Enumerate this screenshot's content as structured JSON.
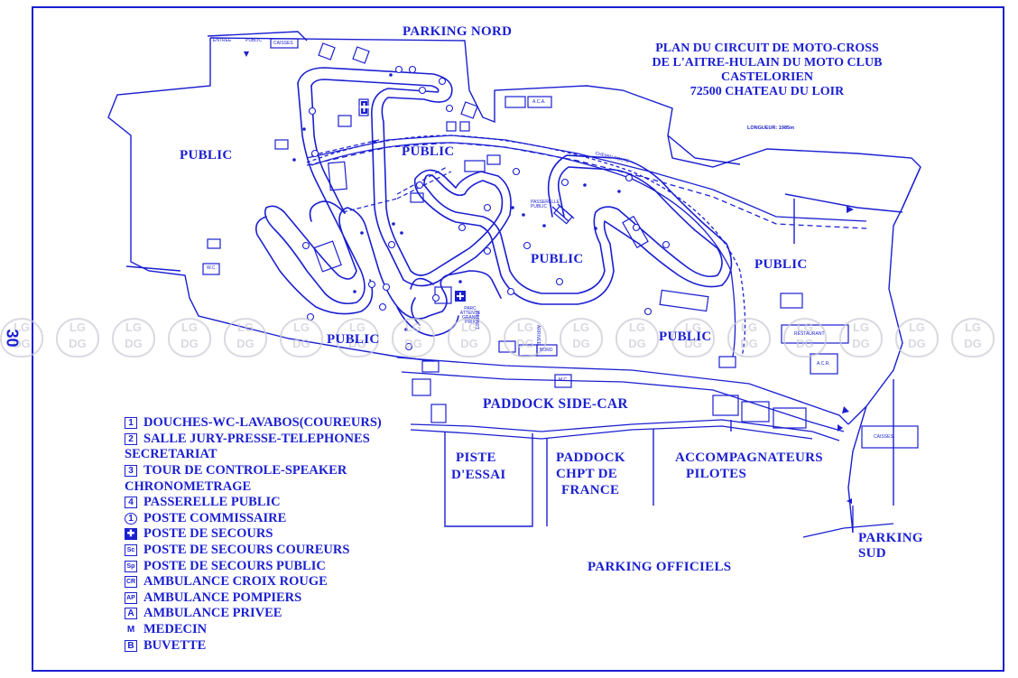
{
  "page_number": "30",
  "watermark_text": "LG DG",
  "title": {
    "line1": "PLAN DU CIRCUIT DE MOTO-CROSS",
    "line2": "DE L'AITRE-HULAIN DU MOTO CLUB",
    "line3": "CASTELORIEN",
    "line4": "72500   CHATEAU DU LOIR",
    "length": "LONGUEUR: 1985m"
  },
  "areas": {
    "parking_nord": "PARKING NORD",
    "public_1": "PUBLIC",
    "public_2": "PUBLIC",
    "public_3": "PUBLIC",
    "public_4": "PUBLIC",
    "public_5": "PUBLIC",
    "public_6": "PUBLIC",
    "paddock_side_car": "PADDOCK SIDE-CAR",
    "piste_essai_1": "PISTE",
    "piste_essai_2": "D'ESSAI",
    "paddock_chpt_1": "PADDOCK",
    "paddock_chpt_2": "CHPT DE",
    "paddock_chpt_3": "FRANCE",
    "accompagnateurs_1": "ACCOMPAGNATEURS",
    "accompagnateurs_2": "PILOTES",
    "parking_sud_1": "PARKING",
    "parking_sud_2": "SUD",
    "parking_officiels": "PARKING OFFICIELS"
  },
  "small_labels": {
    "entree": "ENTREE",
    "public_gate": "PUBLIC",
    "caisses_top": "CAISSES",
    "caisses_right": "CAISSES",
    "restaurant": "RESTAURANT",
    "passerelle": "PASSERELLE PUBLIC",
    "parc": "PARC ATTENTE GRAND PRIX",
    "depart": "DEPART",
    "arrivee": "ARRIVEE",
    "wc": "W.C.",
    "mc": "M.C.",
    "acr": "A.C.R.",
    "aca": "A.C.A.",
    "bord": "BORD",
    "route": "CHEMIN ROUTE"
  },
  "legend": [
    {
      "symbol": "1",
      "style": "box",
      "text": "DOUCHES-WC-LAVABOS(COUREURS)"
    },
    {
      "symbol": "2",
      "style": "box",
      "text": "SALLE JURY-PRESSE-TELEPHONES"
    },
    {
      "symbol": "",
      "style": "none",
      "text": "SECRETARIAT"
    },
    {
      "symbol": "3",
      "style": "box",
      "text": "TOUR DE CONTROLE-SPEAKER"
    },
    {
      "symbol": "",
      "style": "none",
      "text": "CHRONOMETRAGE"
    },
    {
      "symbol": "4",
      "style": "box",
      "text": "PASSERELLE PUBLIC"
    },
    {
      "symbol": "1",
      "style": "circle",
      "text": "POSTE COMMISSAIRE"
    },
    {
      "symbol": "✚",
      "style": "fill",
      "text": "POSTE DE SECOURS"
    },
    {
      "symbol": "Sc",
      "style": "box",
      "text": "POSTE DE SECOURS COUREURS"
    },
    {
      "symbol": "Sp",
      "style": "box",
      "text": "POSTE DE SECOURS PUBLIC"
    },
    {
      "symbol": "CR",
      "style": "box",
      "text": "AMBULANCE CROIX ROUGE"
    },
    {
      "symbol": "AP",
      "style": "box",
      "text": "AMBULANCE POMPIERS"
    },
    {
      "symbol": "A",
      "style": "box",
      "text": "AMBULANCE PRIVEE"
    },
    {
      "symbol": "M",
      "style": "bold",
      "text": "MEDECIN"
    },
    {
      "symbol": "B",
      "style": "box",
      "text": "BUVETTE"
    }
  ],
  "colors": {
    "ink": "#1a1fd0",
    "watermark": "#c9c9d6",
    "background": "#ffffff"
  }
}
